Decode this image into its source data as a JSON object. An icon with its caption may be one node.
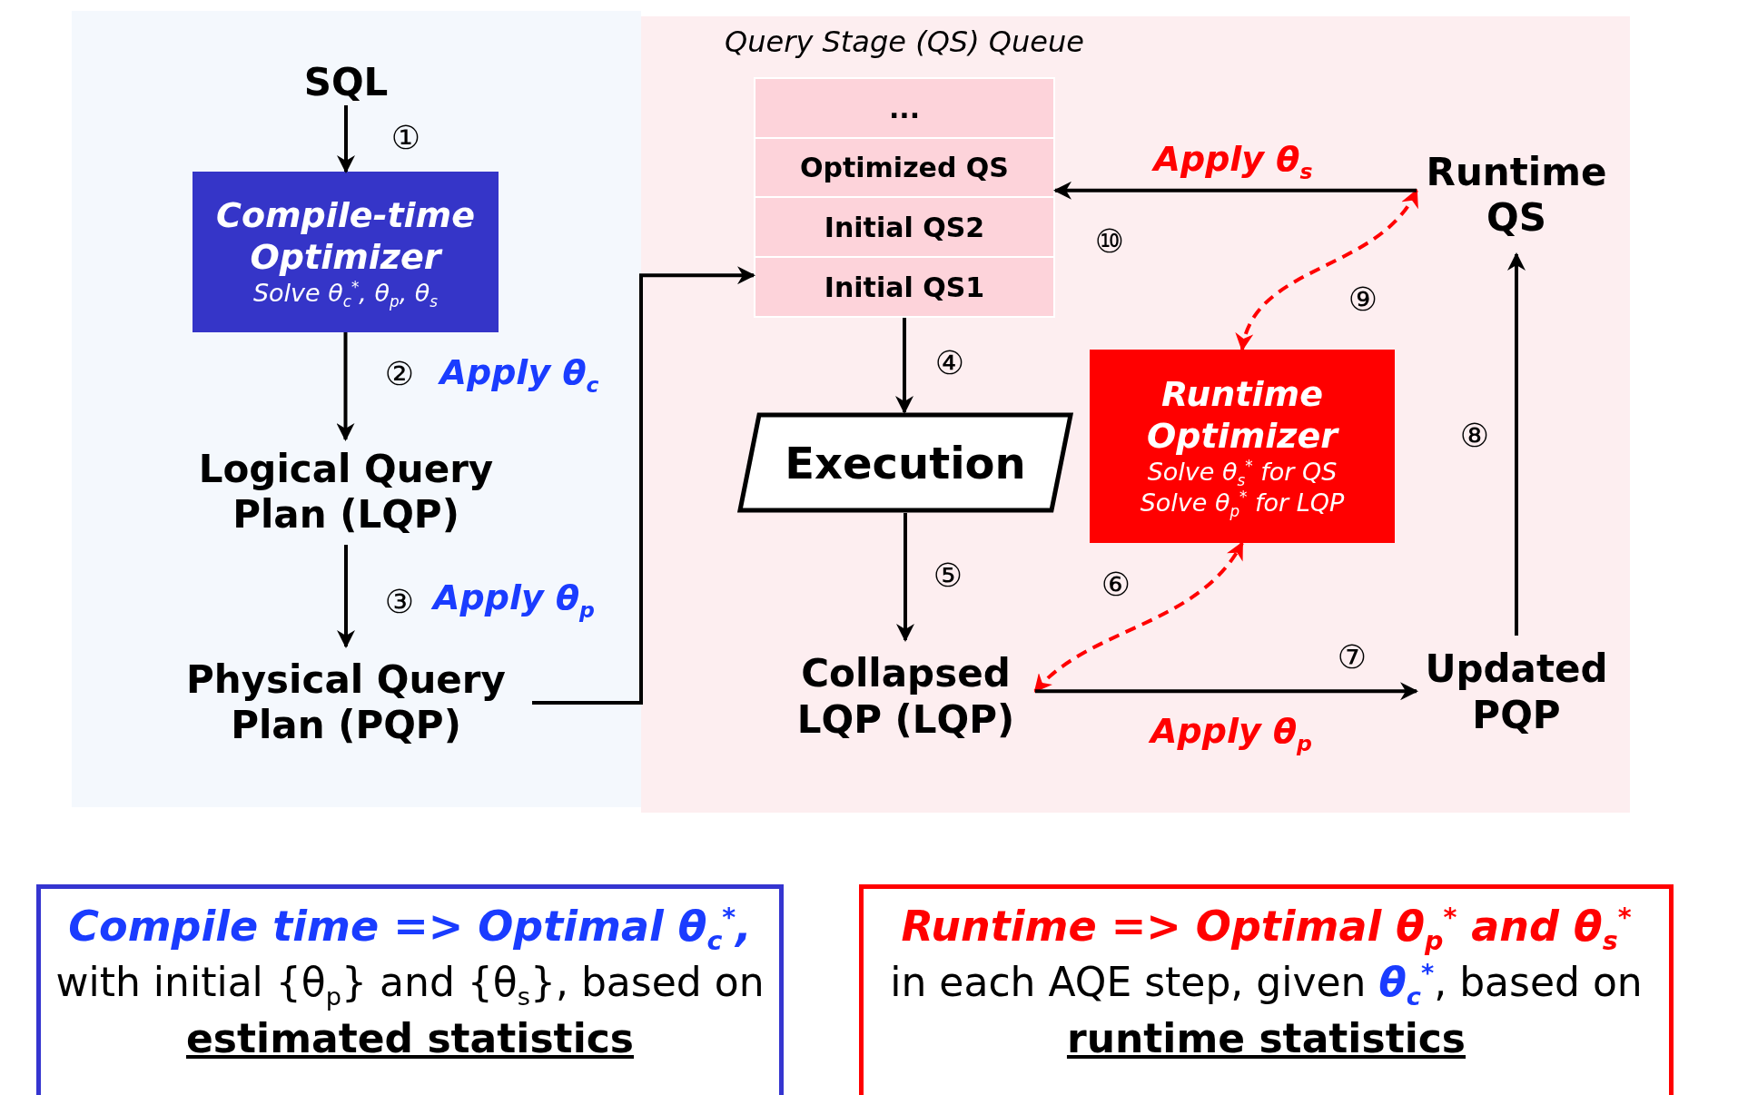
{
  "diagram": {
    "nodes": [
      {
        "text": [],
        "shape": "box"
      },
      {
        "text": [],
        "shape": "box"
      },
      {
        "text": [
          "SQL"
        ],
        "in": 0
      },
      {
        "text": [
          "Compile-time Optimizer",
          "Solve θ$_{c}$$^{*}$, θ$_{p}$, θ$_{s}$"
        ],
        "in": 0
      },
      {
        "text": [
          "Logical Query Plan (LQP)"
        ],
        "in": 0
      },
      {
        "text": [
          "Physical Query Plan (PQP)"
        ],
        "in": 0
      },
      {
        "text": [
          "Query Stage (QS) Queue"
        ],
        "in": 1
      },
      {
        "text": [
          "..."
        ],
        "in": 6
      },
      {
        "text": [
          "Optimized QS"
        ],
        "in": 6
      },
      {
        "text": [
          "Initial QS2"
        ],
        "in": 6
      },
      {
        "text": [
          "Initial QS1"
        ],
        "in": 6
      },
      {
        "text": [
          "Execution"
        ],
        "in": 1
      },
      {
        "text": [
          "Runtime QS"
        ],
        "in": 1
      },
      {
        "text": [
          "Runtime Optimizer",
          "Solve θ$_{s}$$^{*}$ for QS",
          "Solve θ$_{p}$$^{*}$ for LQP"
        ],
        "in": 1
      },
      {
        "text": [
          "Collapsed LQP (LQP)"
        ],
        "in": 1
      },
      {
        "text": [
          "Updated PQP"
        ],
        "in": 1
      },
      {
        "text": [
          "Compile time => Optimal θ$_{c}$$^{*}$,",
          "with initial {θ$_{p}$} and {θ$_{s}$}, based on **estimated statistics**"
        ]
      },
      {
        "text": [
          "Runtime => Optimal θ$_{p}$$^{*}$ and θ$_{s}$$^{*}$",
          "in each AQE step, given **θ$_{c}$$^{*}$**, based on **runtime statistics**"
        ]
      }
    ],
    "edges": [
      {
        "from": 2,
        "to": 3,
        "arrow": "to",
        "label": "①"
      },
      {
        "from": 3,
        "to": 4,
        "arrow": "to",
        "label": "②"
      },
      {
        "from": 4,
        "to": 5,
        "arrow": "to",
        "label": "③"
      },
      {
        "from": 5,
        "to": 10,
        "arrow": "to"
      },
      {
        "from": 6,
        "to": 11,
        "arrow": "to",
        "label": "④"
      },
      {
        "from": 11,
        "to": 14,
        "arrow": "to",
        "label": "⑤"
      },
      {
        "from": 14,
        "to": 13,
        "arrow": "both",
        "label": "⑥",
        "style": "dashed",
        "color": "#ff0000"
      },
      {
        "from": 14,
        "to": 15,
        "arrow": "to",
        "label": "⑦"
      },
      {
        "from": 15,
        "to": 12,
        "arrow": "to",
        "label": "⑧"
      },
      {
        "from": 12,
        "to": 13,
        "arrow": "both",
        "label": "⑨",
        "style": "dashed",
        "color": "#ff0000"
      },
      {
        "from": 12,
        "to": 8,
        "arrow": "to",
        "label": "⑩"
      }
    ],
    "labels": [
      "Apply θ$_{c}$",
      "Apply θ$_{p}$",
      "Apply θ$_{s}$",
      "Apply θ$_{p}$"
    ]
  }
}
